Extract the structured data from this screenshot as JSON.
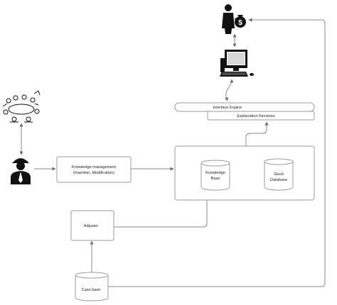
{
  "diagram": {
    "nodes": {
      "inference_engine": "Interface Engine",
      "explanation_functions": "Explanation functions",
      "knowledge_management_line1": "Knowledge management",
      "knowledge_management_line2": "(Insertion, Modification)",
      "knowledge_base_line1": "Knowledge",
      "knowledge_base_line2": "Base",
      "stock_database_line1": "Stock",
      "stock_database_line2": "Database",
      "adjuster": "Adjuster",
      "case_base": "Case base"
    },
    "icons": {
      "manager": "businessman-with-money-bag-icon",
      "computer": "desktop-computer-icon",
      "meeting": "meeting-table-icon",
      "expert": "engineer-with-hardhat-icon"
    },
    "colors": {
      "stroke": "#9a9a9a",
      "icon": "#111111",
      "money_bag_symbol": "$"
    }
  }
}
